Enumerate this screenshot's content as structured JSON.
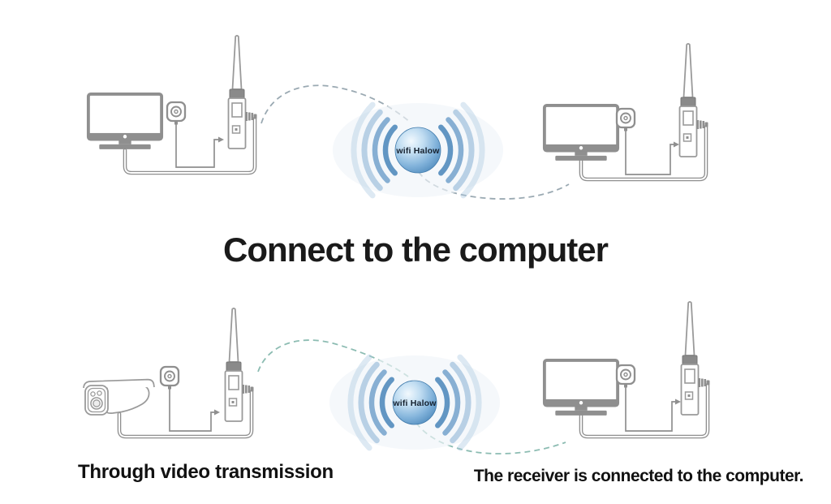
{
  "title": "Connect to the computer",
  "captions": {
    "left": "Through video transmission",
    "right": "The receiver is connected to the computer."
  },
  "wifi_node": {
    "label": "wifi Halow"
  },
  "diagram": {
    "top_row": {
      "left_devices": [
        "computer-monitor",
        "power-plug",
        "antenna-receiver"
      ],
      "center": "wifi-halow-signal",
      "right_devices": [
        "computer-monitor",
        "power-plug",
        "antenna-receiver"
      ]
    },
    "bottom_row": {
      "left_devices": [
        "security-camera",
        "power-plug",
        "antenna-transmitter"
      ],
      "center": "wifi-halow-signal",
      "right_devices": [
        "computer-monitor",
        "power-plug",
        "antenna-receiver"
      ]
    }
  },
  "colors": {
    "background": "#ffffff",
    "line_gray": "#8f8f8f",
    "device_band_gray": "#8a8a8a",
    "globe_blue_dark": "#41779f",
    "globe_blue_mid": "#7fb1da",
    "globe_blue_light": "#f2f9fe",
    "wave_blue": "#5a90c0",
    "dash_gray_top": "#9aa9b2",
    "dash_teal_bottom": "#8cbcb2",
    "text_color": "#1a1a1a"
  }
}
